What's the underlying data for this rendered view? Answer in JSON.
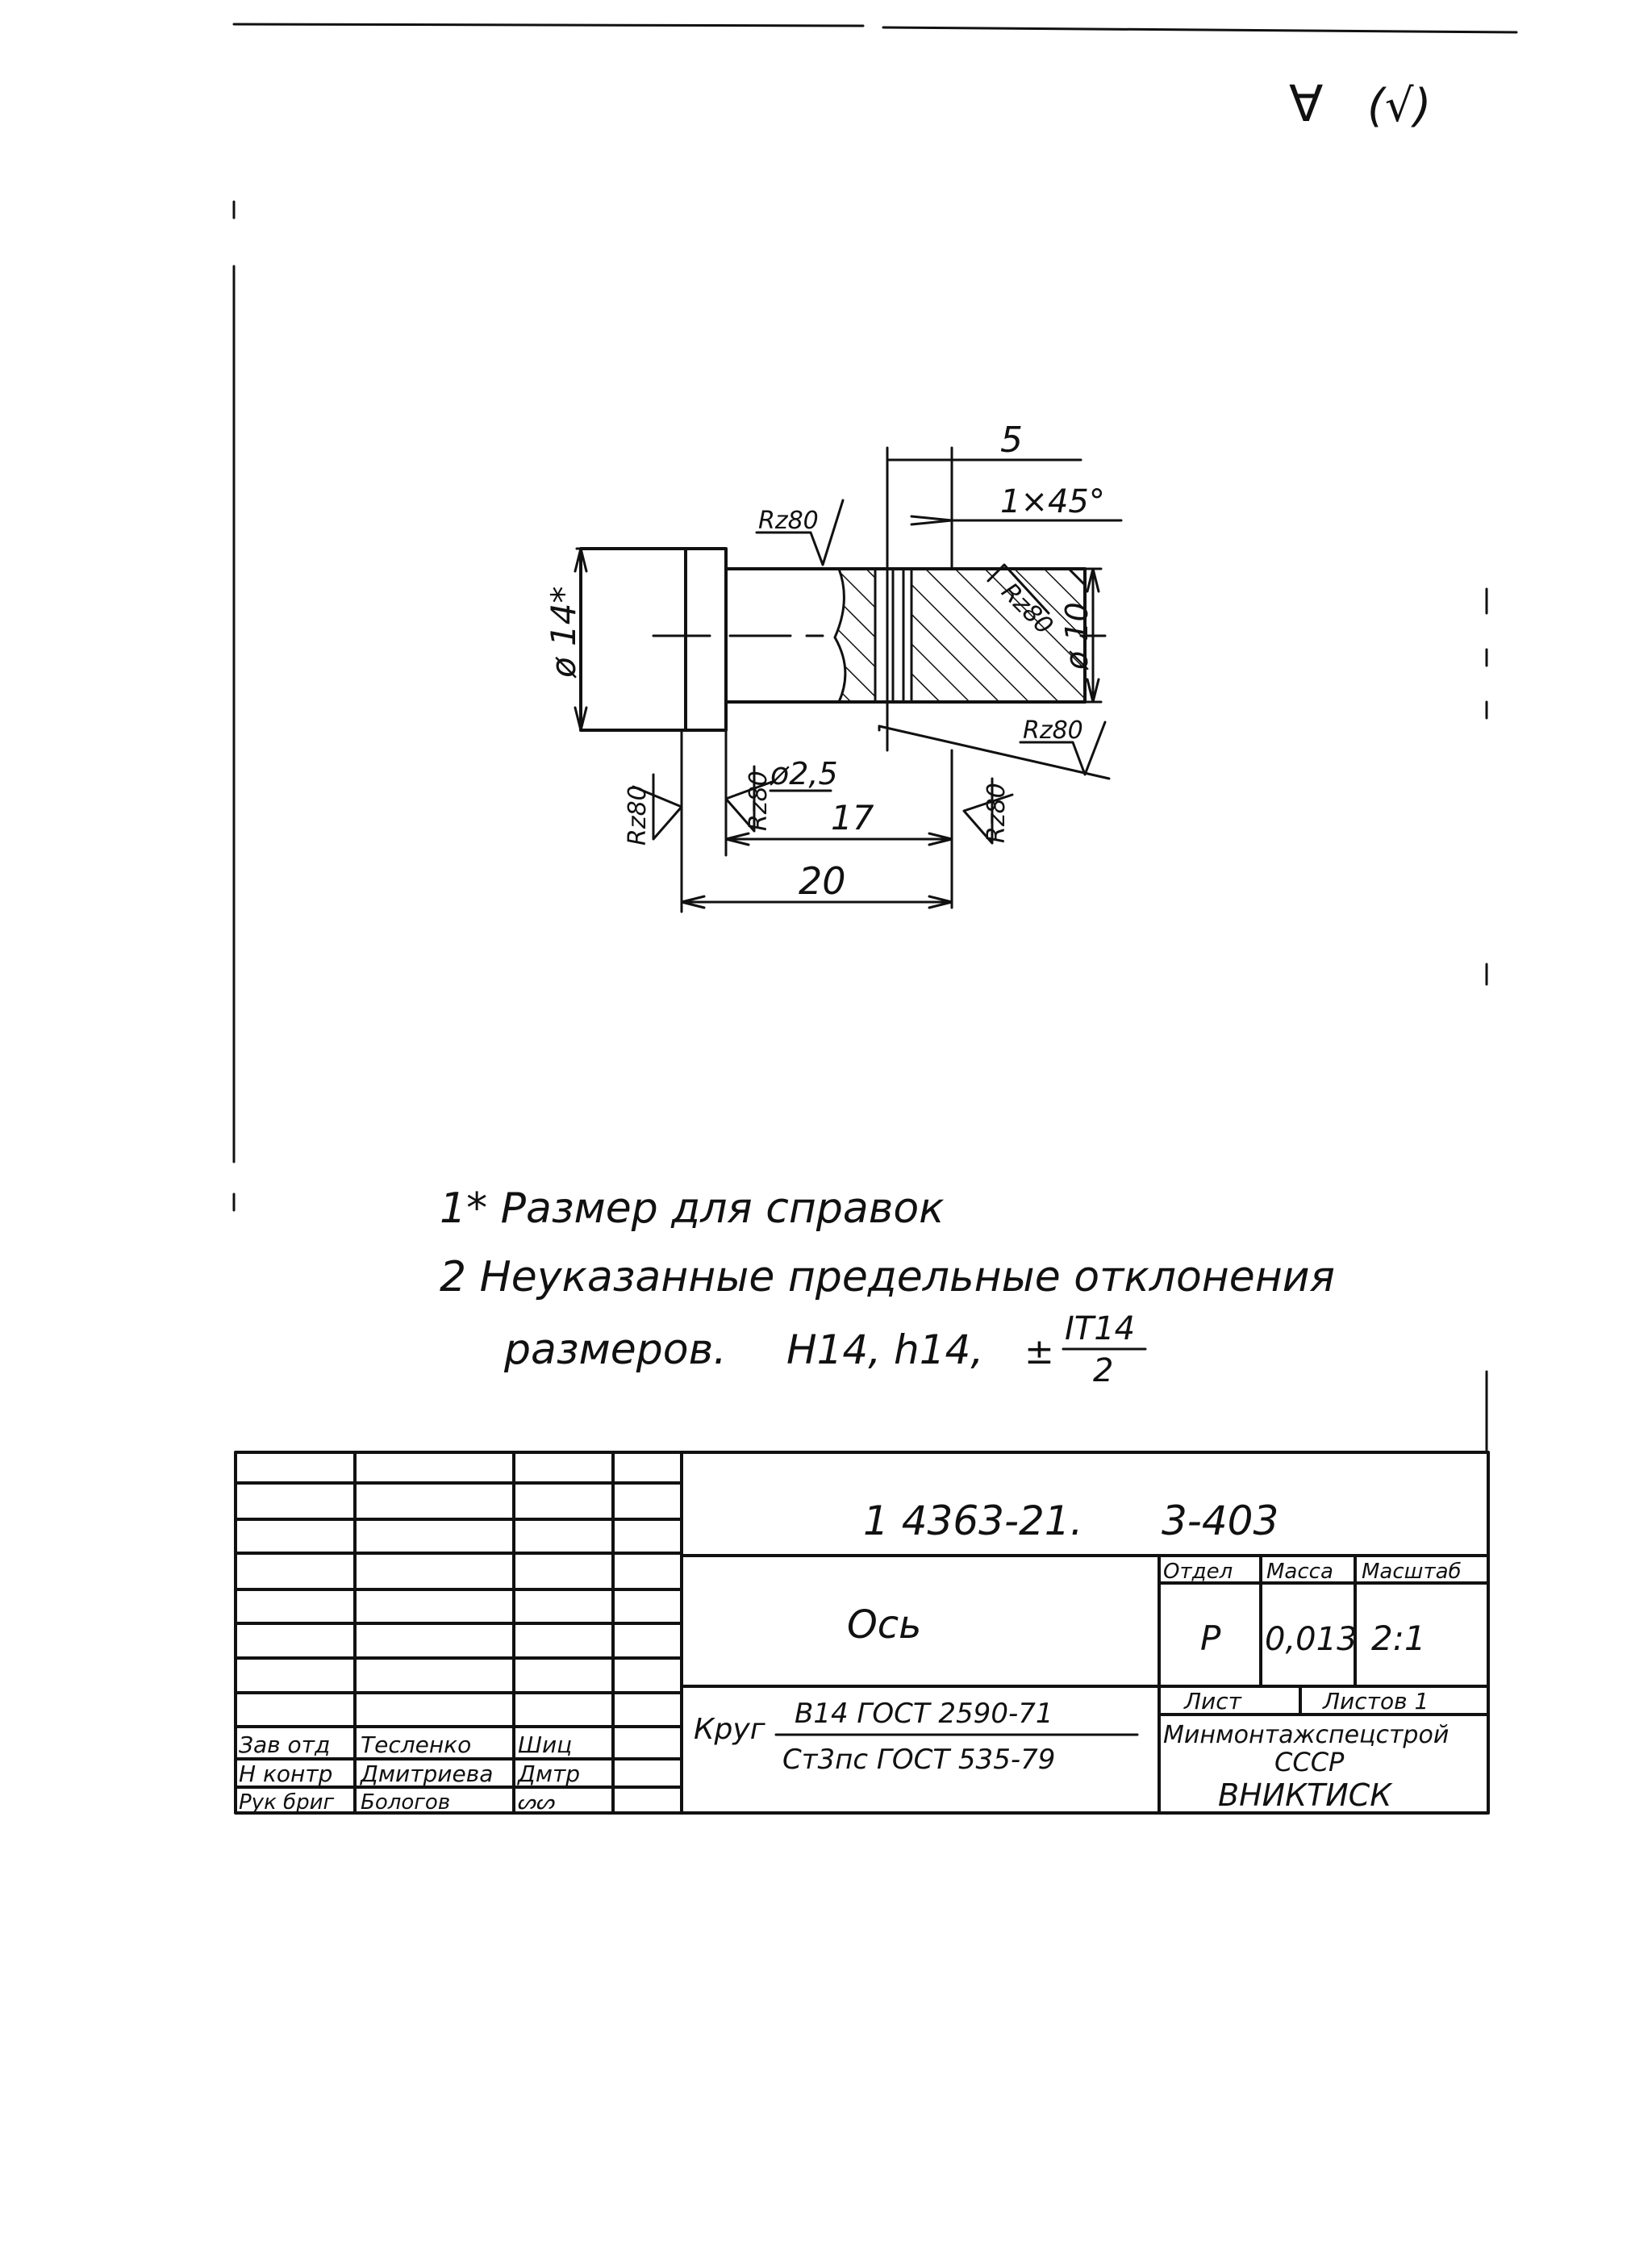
{
  "corner_roughness": {
    "symbol": "∀",
    "paren": "(√)"
  },
  "drawing": {
    "dims": {
      "d5": "5",
      "chamfer": "1×45°",
      "dia14": "ø 14*",
      "dia10": "ø 10",
      "dia25": "ø2,5",
      "d17": "17",
      "d20": "20"
    },
    "roughness_label": "Rz80"
  },
  "notes": {
    "n1": "1* Размер для справок",
    "n2": "2 Неуказанные предельные отклонения",
    "n3": "размеров.",
    "n3_tol": "H14,  h14,",
    "n3_pm": "±",
    "n3_num": "IT14",
    "n3_den": "2"
  },
  "title_block": {
    "doc_number": "1 4363-21.",
    "doc_sub": "3-403",
    "part_name": "Ось",
    "head_stage": "Отдел",
    "head_mass": "Масса",
    "head_scale": "Масштаб",
    "val_stage": "Р",
    "val_mass": "0,013",
    "val_scale": "2:1",
    "sheet_label": "Лист",
    "sheets_label": "Листов 1",
    "material_word": "Круг",
    "material_top": "В14 ГОСТ 2590-71",
    "material_bottom": "Ст3пс ГОСТ 535-79",
    "org_line1": "Минмонтажспецстрой",
    "org_line2": "СССР",
    "org_line3": "ВНИКТИСК",
    "roles": [
      {
        "role": "Зав отд",
        "name": "Тесленко",
        "sign": "Шиц"
      },
      {
        "role": "Н контр",
        "name": "Дмитриева",
        "sign": "Дмтр"
      },
      {
        "role": "Рук бриг",
        "name": "Бологов",
        "sign": "ᔕᔕ"
      }
    ]
  }
}
